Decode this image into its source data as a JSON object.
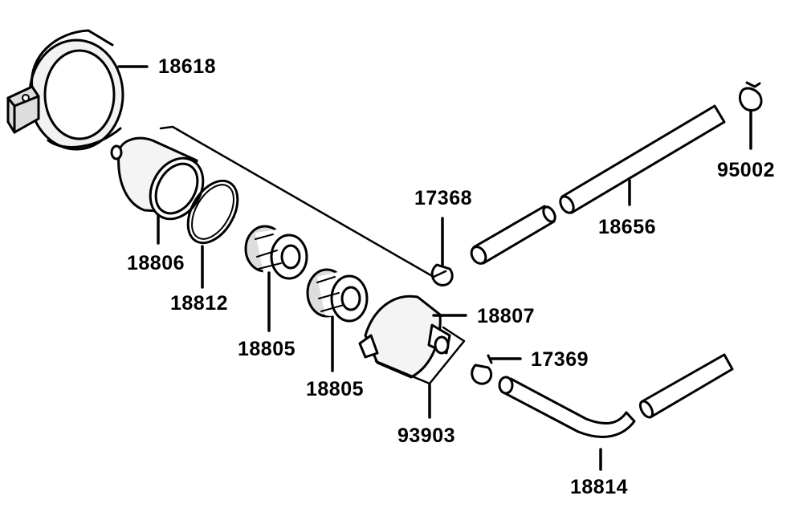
{
  "diagram": {
    "parts": [
      {
        "id": "p18618",
        "number": "18618"
      },
      {
        "id": "p95002",
        "number": "95002"
      },
      {
        "id": "p17368",
        "number": "17368"
      },
      {
        "id": "p18656",
        "number": "18656"
      },
      {
        "id": "p18806",
        "number": "18806"
      },
      {
        "id": "p18812",
        "number": "18812"
      },
      {
        "id": "p18805a",
        "number": "18805"
      },
      {
        "id": "p18805b",
        "number": "18805"
      },
      {
        "id": "p18807",
        "number": "18807"
      },
      {
        "id": "p17369",
        "number": "17369"
      },
      {
        "id": "p93903",
        "number": "93903"
      },
      {
        "id": "p18814",
        "number": "18814"
      }
    ]
  }
}
